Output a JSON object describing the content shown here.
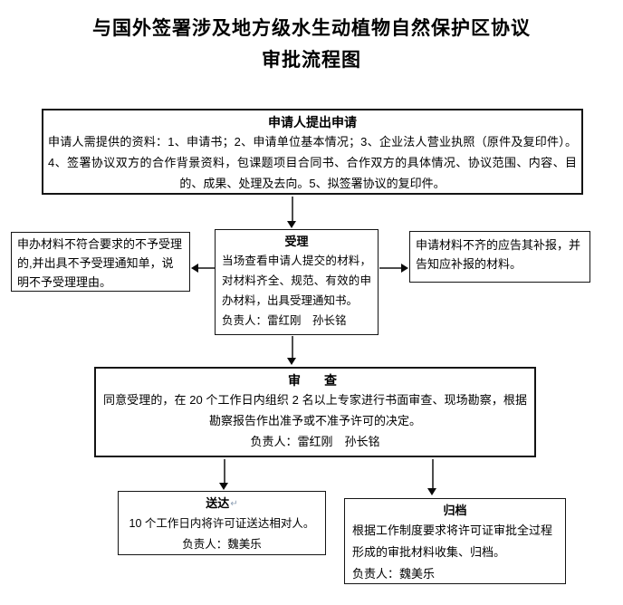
{
  "page": {
    "title_line1": "与国外签署涉及地方级水生动植物自然保护区协议",
    "title_line2": "审批流程图"
  },
  "flow": {
    "apply": {
      "title": "申请人提出申请",
      "body": "申请人需提供的资料：1、申请书；2、申请单位基本情况；3、企业法人营业执照（原件及复印件）。4、签署协议双方的合作背景资料，包课题项目合同书、合作双方的具体情况、协议范围、内容、目的、成果、处理及去向。5、拟签署协议的复印件。"
    },
    "reject": {
      "body": "申办材料不符合要求的不予受理的,并出具不予受理通知单，说明不予受理理由。"
    },
    "accept": {
      "title": "受理",
      "body": "当场查看申请人提交的材料，对材料齐全、规范、有效的申办材料，出具受理通知书。",
      "owner": "负责人：雷红刚　孙长铭"
    },
    "supplement": {
      "body": "申请材料不齐的应告其补报，并告知应补报的材料。"
    },
    "review": {
      "title": "审　查",
      "body": "同意受理的，在 20 个工作日内组织 2 名以上专家进行书面审查、现场勘察，根据勘察报告作出准予或不准予许可的决定。",
      "owner": "负责人：雷红刚　孙长铭"
    },
    "deliver": {
      "title": "送达",
      "paragraph_mark": "↵",
      "body": "10 个工作日内将许可证送达相对人。",
      "owner": "负责人：魏美乐"
    },
    "archive": {
      "title": "归档",
      "body": "根据工作制度要求将许可证审批全过程形成的审批材料收集、归档。",
      "owner": "负责人：魏美乐"
    }
  },
  "colors": {
    "border": "#141414",
    "arrow_line": "#4d4d4d",
    "arrow_head": "#0a0a0a",
    "paragraph_mark": "#8fa0b5"
  }
}
